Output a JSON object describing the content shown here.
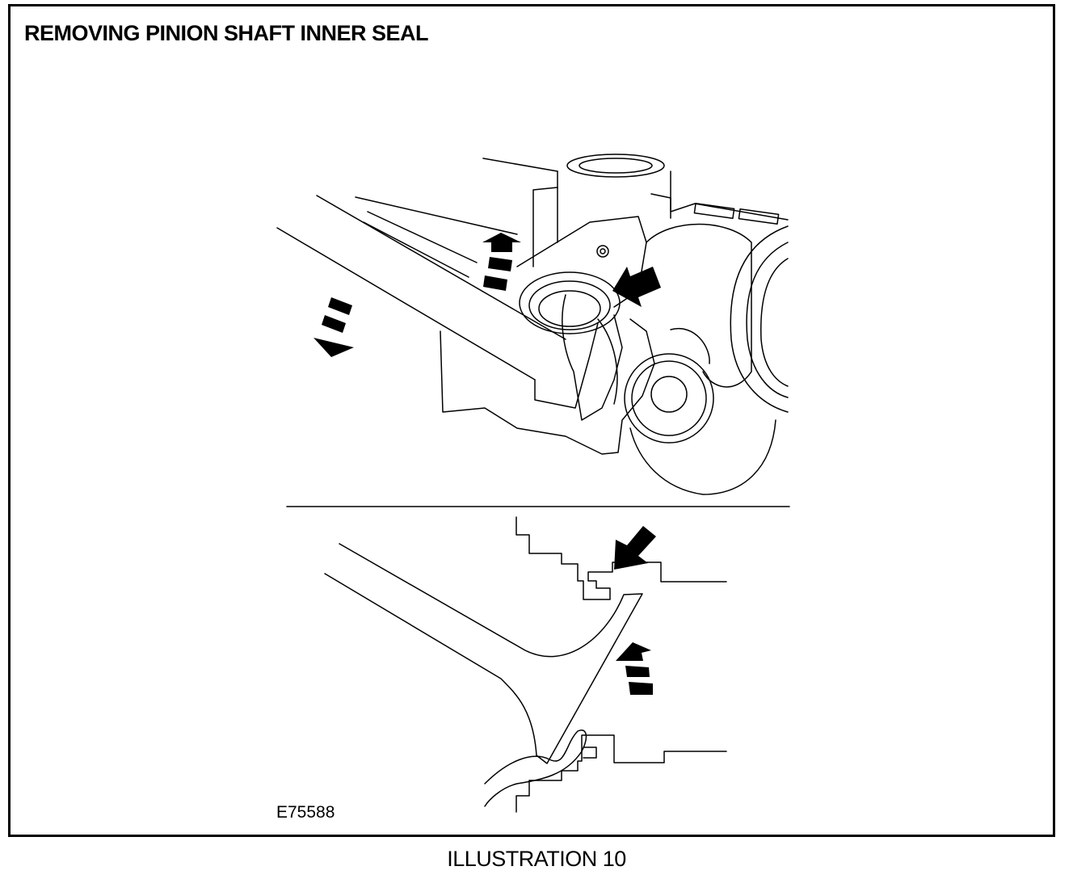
{
  "figure": {
    "title": "REMOVING PINION SHAFT INNER SEAL",
    "image_code": "E75588",
    "caption": "ILLUSTRATION 10"
  },
  "colors": {
    "line": "#000000",
    "background": "#ffffff"
  }
}
